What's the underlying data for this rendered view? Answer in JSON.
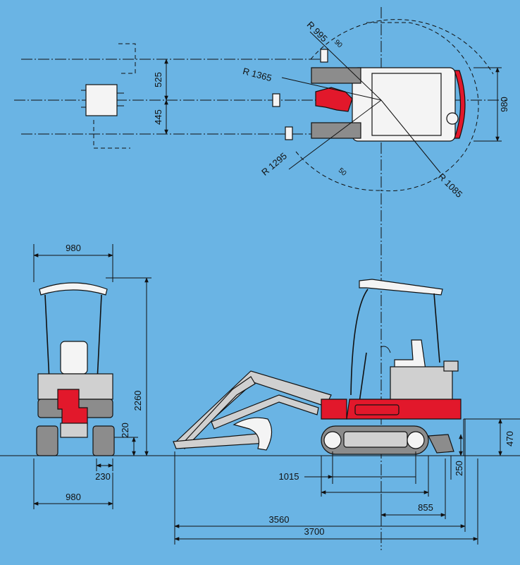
{
  "colors": {
    "background": "#6ab4e4",
    "machine_red": "#e2182b",
    "machine_grey": "#d0d0d0",
    "track_dark": "#8c8c8c",
    "line": "#111111"
  },
  "top_view": {
    "radius_995": "R 995",
    "radius_1365": "R 1365",
    "radius_1295": "R 1295",
    "radius_1085": "R 1085",
    "angle_90": "90",
    "angle_50": "50",
    "dim_525": "525",
    "dim_445": "445",
    "dim_980": "980"
  },
  "front_view": {
    "width_top": "980",
    "height": "2260",
    "ground_clearance": "220",
    "track_width": "230",
    "width_bottom": "980"
  },
  "side_view": {
    "dim_1015": "1015",
    "dim_250": "250",
    "dim_470": "470",
    "dim_855": "855",
    "dim_3560": "3560",
    "dim_3700": "3700"
  }
}
